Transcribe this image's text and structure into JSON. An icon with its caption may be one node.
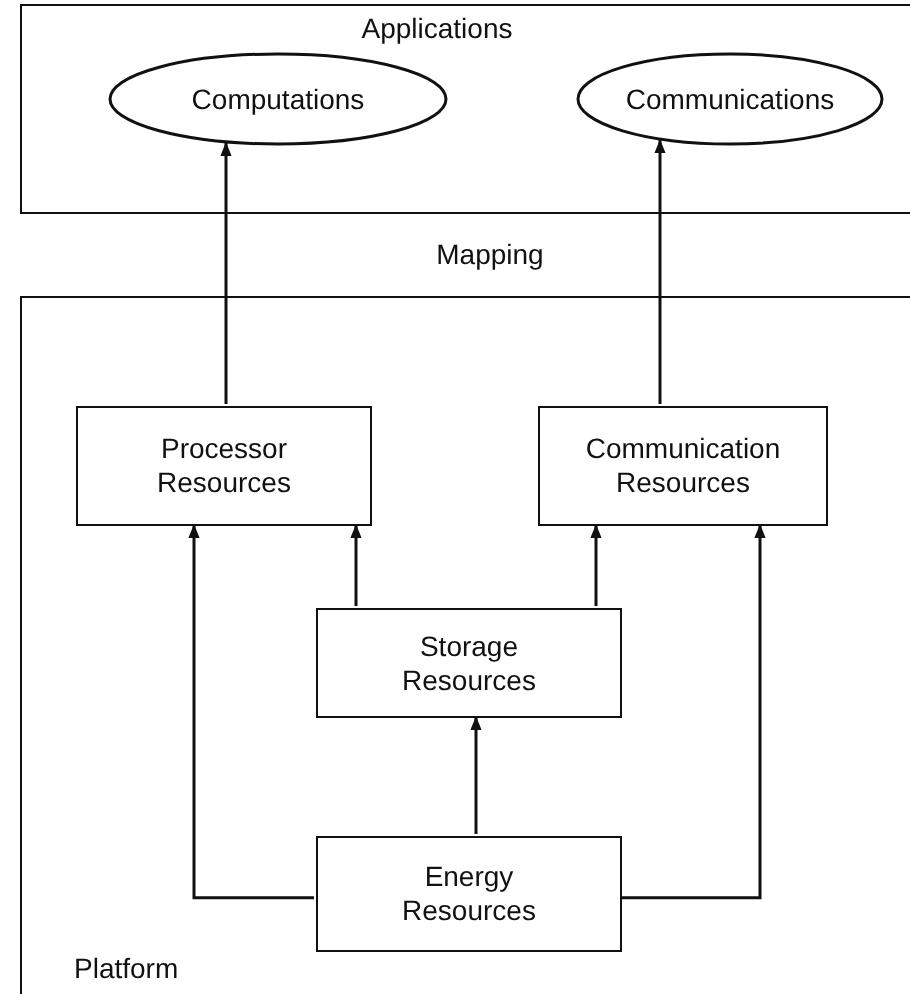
{
  "diagram": {
    "nodes": [
      {
        "text": [
          "Applications"
        ]
      },
      {
        "text": [
          "Computations"
        ],
        "in": 0
      },
      {
        "text": [
          "Communications"
        ],
        "in": 0
      },
      {
        "text": [
          "Platform"
        ]
      },
      {
        "text": [
          "Processor Resources"
        ],
        "in": 3
      },
      {
        "text": [
          "Communication Resources"
        ],
        "in": 3
      },
      {
        "text": [
          "Storage Resources"
        ],
        "in": 3
      },
      {
        "text": [
          "Energy Resources"
        ],
        "in": 3
      }
    ],
    "edges": [
      {
        "from": 4,
        "to": 1,
        "arrow": "to"
      },
      {
        "from": 5,
        "to": 2,
        "arrow": "to"
      },
      {
        "from": 6,
        "to": 4,
        "arrow": "to"
      },
      {
        "from": 6,
        "to": 5,
        "arrow": "to"
      },
      {
        "from": 7,
        "to": 4,
        "arrow": "to"
      },
      {
        "from": 7,
        "to": 5,
        "arrow": "to"
      },
      {
        "from": 7,
        "to": 6,
        "arrow": "to"
      }
    ],
    "labels": [
      "Mapping"
    ]
  }
}
